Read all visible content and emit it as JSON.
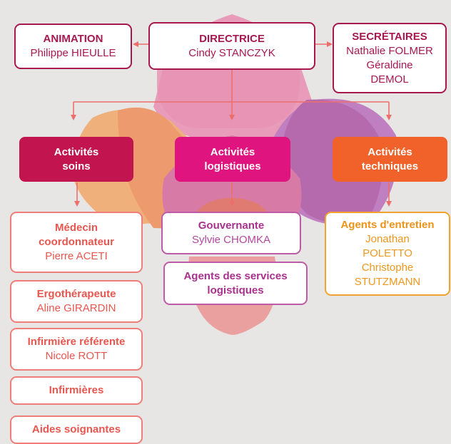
{
  "colors": {
    "header_border": "#a6184e",
    "soins": "#c2144e",
    "logistique": "#e0147f",
    "technique": "#f0622a",
    "arrow": "#ec6f6c"
  },
  "header": {
    "animation": {
      "title": "ANIMATION",
      "name": "Philippe HIEULLE"
    },
    "directrice": {
      "title": "DIRECTRICE",
      "name": "Cindy STANCZYK"
    },
    "secretaires": {
      "title": "SECRÉTAIRES",
      "names": [
        "Nathalie FOLMER",
        "Géraldine",
        "DEMOL"
      ]
    }
  },
  "categories": {
    "soins": [
      "Activités",
      "soins"
    ],
    "logistique": [
      "Activités",
      "logistiques"
    ],
    "technique": [
      "Activités",
      "techniques"
    ]
  },
  "soins": {
    "medecin": {
      "title": [
        "Médecin",
        "coordonnateur"
      ],
      "name": "Pierre ACETI"
    },
    "ergo": {
      "title": "Ergothérapeute",
      "name": "Aline GIRARDIN"
    },
    "infirmiere_ref": {
      "title": "Infirmière référente",
      "name": "Nicole ROTT"
    },
    "infirmieres": {
      "title": "Infirmières"
    },
    "aides": {
      "title": "Aides soignantes"
    }
  },
  "logistique": {
    "gouvernante": {
      "title": "Gouvernante",
      "name": "Sylvie CHOMKA"
    },
    "agents": {
      "title": [
        "Agents des services",
        "logistiques"
      ]
    }
  },
  "technique": {
    "agents": {
      "title": "Agents d'entretien",
      "names": [
        "Jonathan",
        "POLETTO",
        "Christophe",
        "STUTZMANN"
      ]
    }
  }
}
